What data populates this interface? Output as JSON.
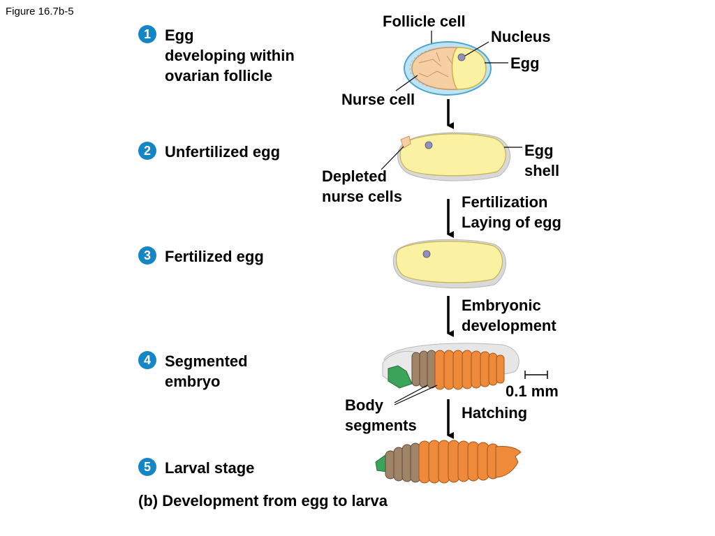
{
  "figure_label": "Figure 16.7b-5",
  "stages": [
    {
      "number": "1",
      "line1": "Egg",
      "line2": "developing within",
      "line3": "ovarian follicle"
    },
    {
      "number": "2",
      "line1": "Unfertilized egg"
    },
    {
      "number": "3",
      "line1": "Fertilized egg"
    },
    {
      "number": "4",
      "line1": "Segmented",
      "line2": "embryo"
    },
    {
      "number": "5",
      "line1": "Larval stage"
    }
  ],
  "labels": {
    "follicle_cell": "Follicle cell",
    "nucleus": "Nucleus",
    "egg": "Egg",
    "nurse_cell": "Nurse cell",
    "egg_shell_1": "Egg",
    "egg_shell_2": "shell",
    "depleted_1": "Depleted",
    "depleted_2": "nurse cells",
    "body_segments_1": "Body",
    "body_segments_2": "segments",
    "scale": "0.1 mm"
  },
  "transitions": {
    "fertilization_1": "Fertilization",
    "fertilization_2": "Laying of egg",
    "embryonic_1": "Embryonic",
    "embryonic_2": "development",
    "hatching": "Hatching"
  },
  "caption": "(b) Development from egg to larva",
  "colors": {
    "badge": "#1486c6",
    "follicle": "#bfe3f2",
    "nurse": "#f6cfa4",
    "egg": "#fbf1a3",
    "shell": "#d9d9d9",
    "nucleus": "#8f8fc4",
    "segment_orange": "#ee8a3a",
    "segment_brown": "#a08468",
    "head_green": "#3aa55a"
  }
}
